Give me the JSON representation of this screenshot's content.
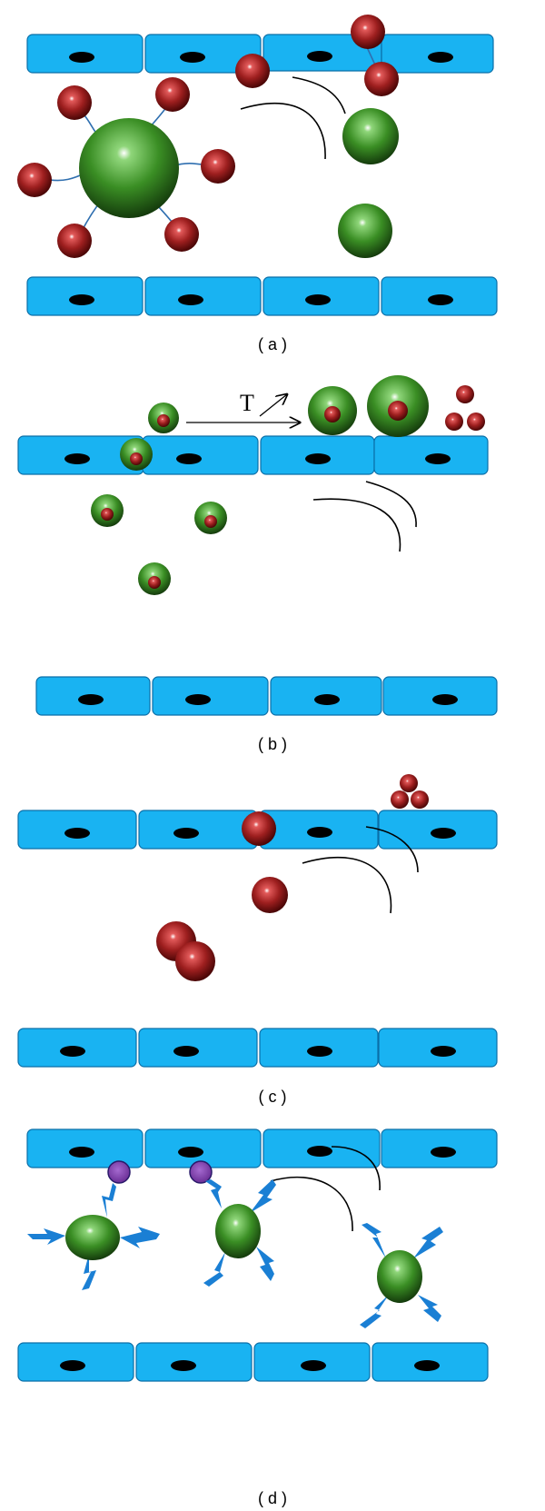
{
  "panels": [
    {
      "caption": "( a )"
    },
    {
      "caption": "( b )",
      "arrow_label": "T"
    },
    {
      "caption": "( c )"
    },
    {
      "caption": "( d )"
    }
  ],
  "colors": {
    "cell": "#19b3f2",
    "cell_border": "#0b6fa8",
    "nucleus": "#000000",
    "red_particle": "#8b1a1a",
    "green_particle": "#2e7d1e",
    "receptor": "#7b3fa0",
    "ligand": "#1a7fd4"
  },
  "icons": [
    "endothelial-cell-icon",
    "red-particle-icon",
    "green-carrier-icon",
    "receptor-icon",
    "ligand-spike-icon"
  ]
}
